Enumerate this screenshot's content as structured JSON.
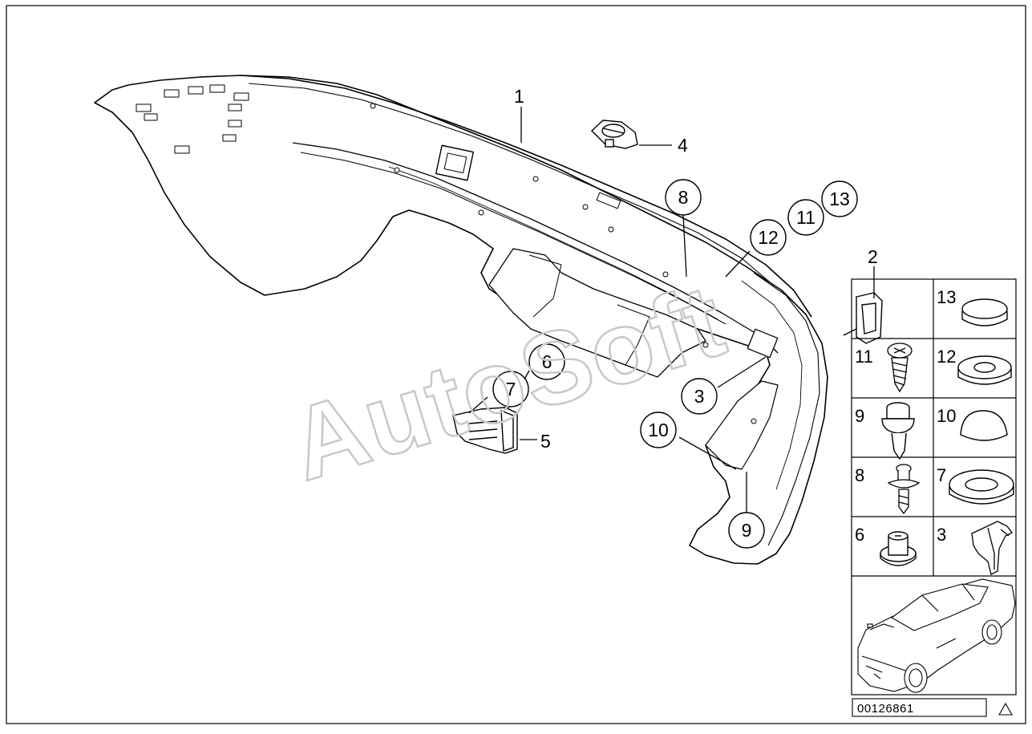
{
  "diagram": {
    "callouts": {
      "c1": "1",
      "c2": "2",
      "c3": "3",
      "c4": "4",
      "c5": "5",
      "c6": "6",
      "c7": "7",
      "c8": "8",
      "c9": "9",
      "c10": "10",
      "c11": "11",
      "c12": "12",
      "c13": "13"
    },
    "legend": {
      "r1": [
        "13",
        ""
      ],
      "r2": [
        "11",
        "12"
      ],
      "r3": [
        "9",
        "10"
      ],
      "r4": [
        "8",
        "7"
      ],
      "r5": [
        "6",
        "3"
      ]
    },
    "reference_number": "00126861",
    "watermark": "AutoSoft"
  }
}
